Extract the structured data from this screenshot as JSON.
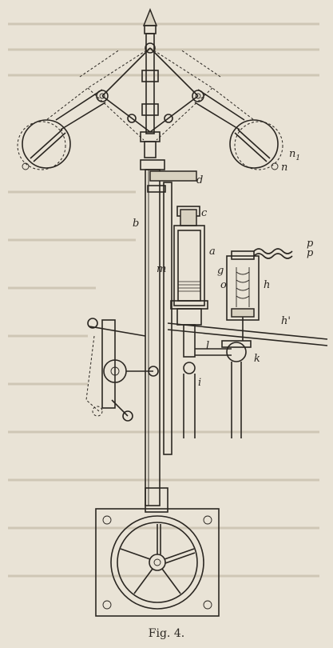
{
  "caption": "Fig. 4.",
  "labels": {
    "n1_base": "n",
    "n1_sub": "1",
    "n": "n",
    "d": "d",
    "c": "c",
    "b": "b",
    "a": "a",
    "m": "m",
    "p1": "p",
    "p2": "p",
    "g": "g",
    "o": "o",
    "h": "h",
    "h_prime": "h'",
    "l": "l",
    "k": "k",
    "i": "i"
  }
}
